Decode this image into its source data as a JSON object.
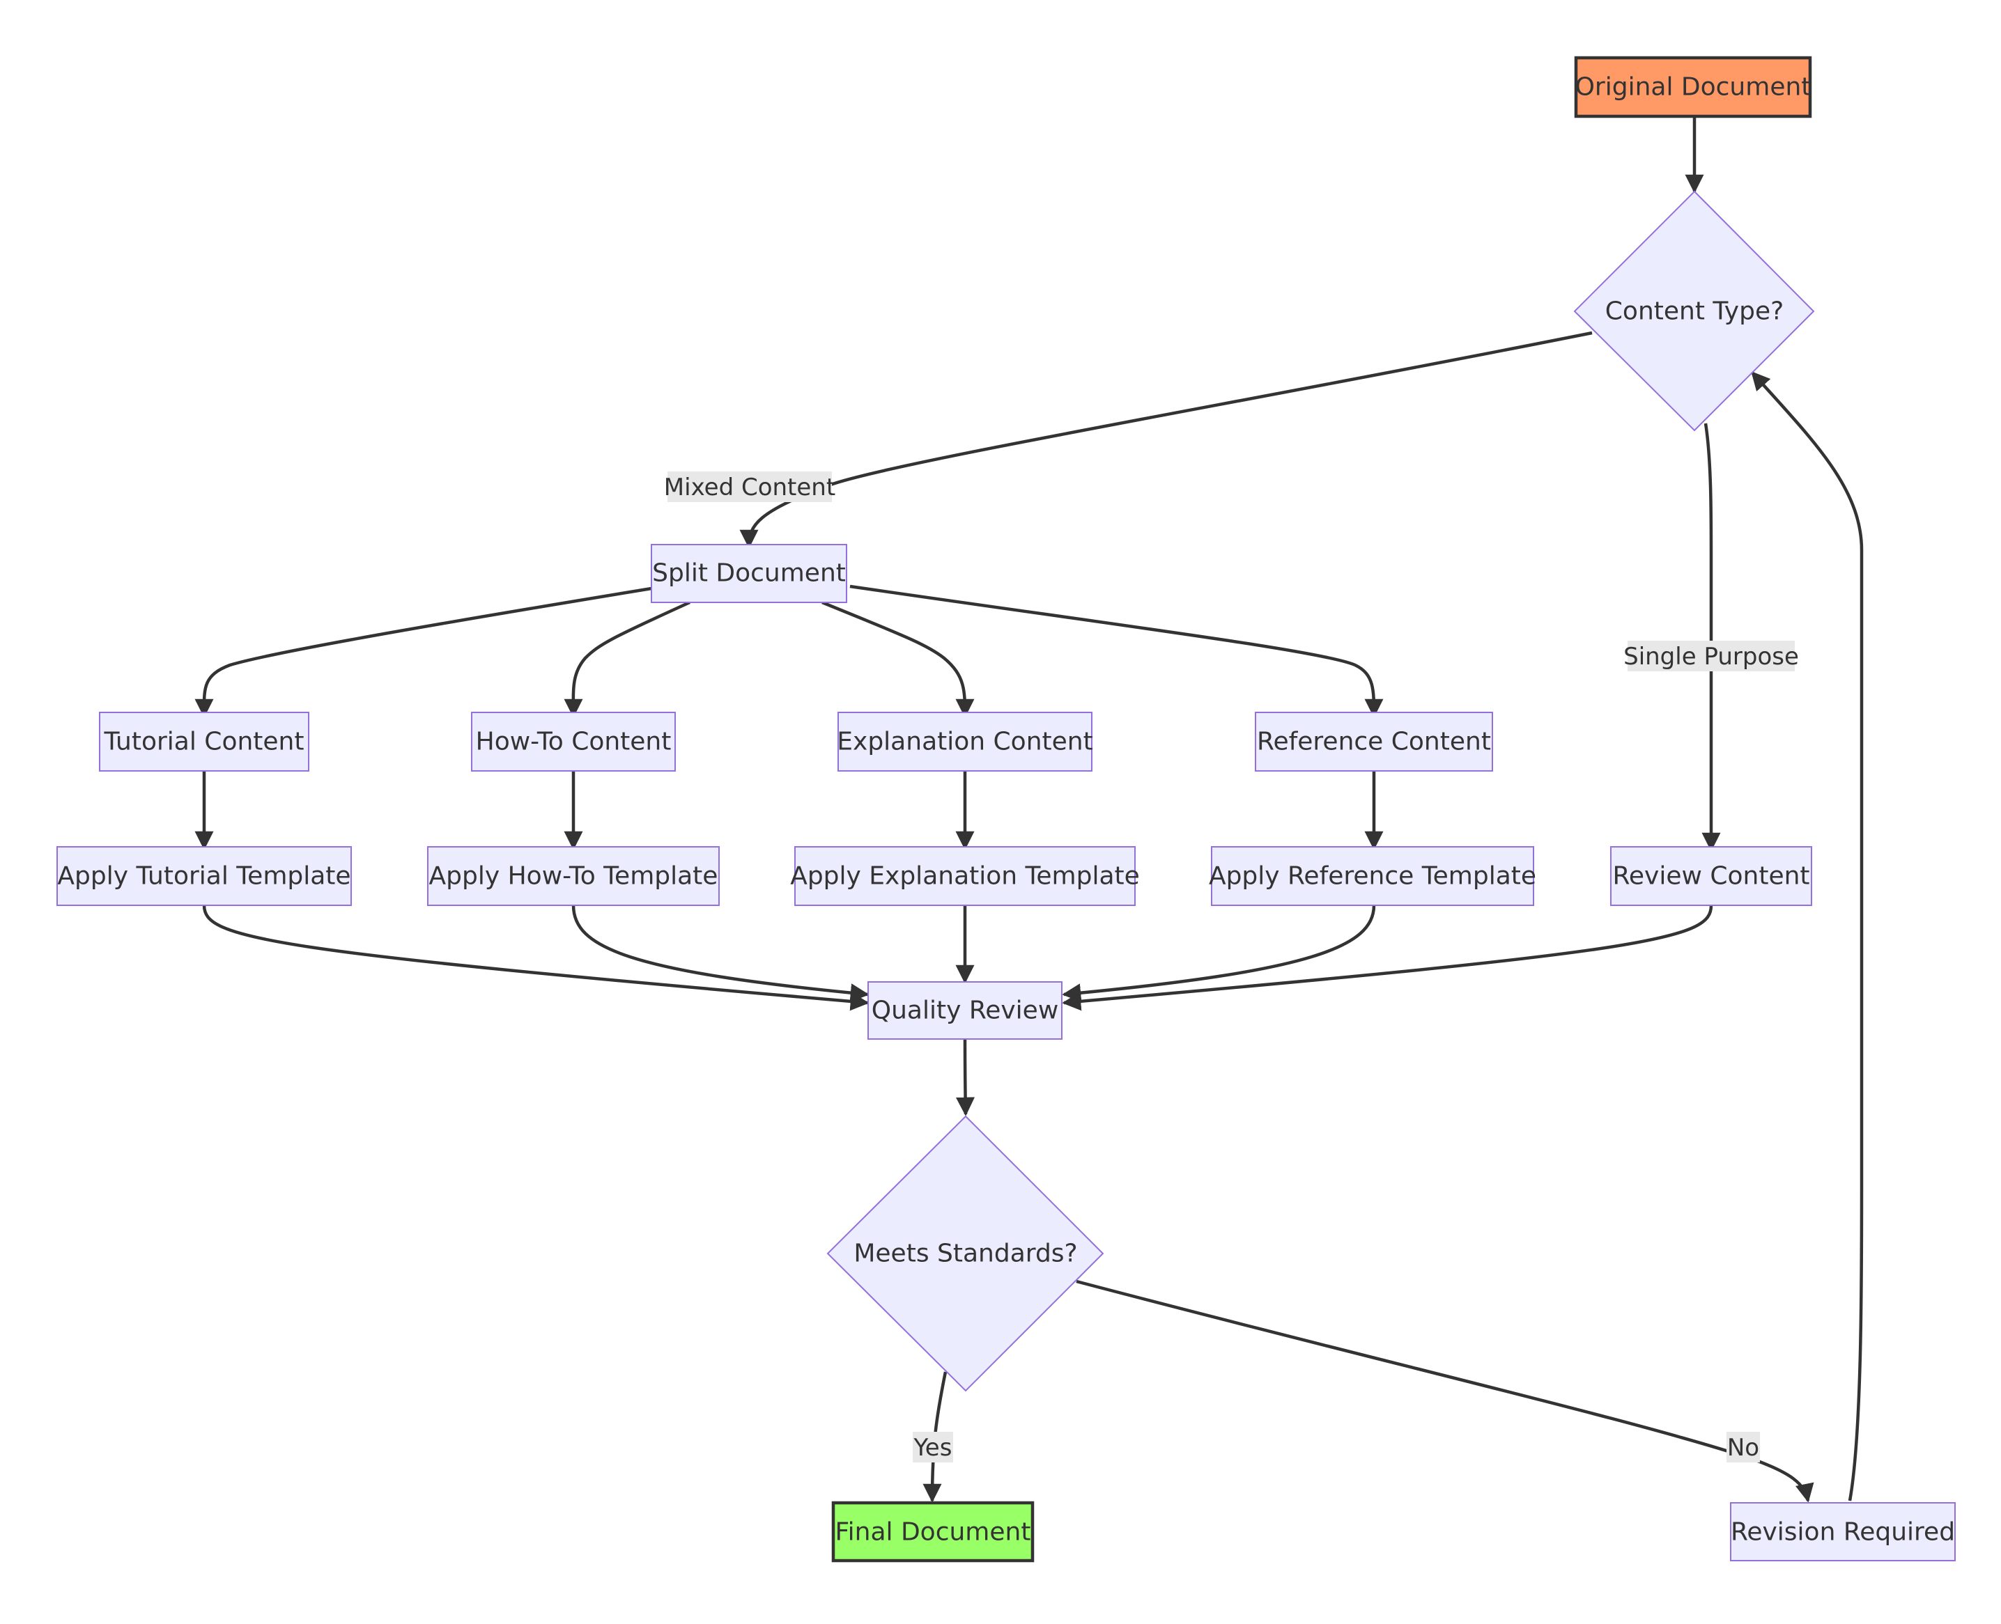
{
  "colors": {
    "default_fill": "#ECECFF",
    "default_stroke": "#9370DB",
    "start_fill": "#FF9966",
    "end_fill": "#99FF66",
    "terminal_stroke": "#333333",
    "edge": "#333333",
    "label_bg": "#E8E8E8"
  },
  "nodes": {
    "original": "Original Document",
    "content_type": "Content Type?",
    "split": "Split Document",
    "tutorial": "Tutorial Content",
    "howto": "How-To Content",
    "explanation": "Explanation Content",
    "reference": "Reference Content",
    "apply_tutorial": "Apply Tutorial Template",
    "apply_howto": "Apply How-To Template",
    "apply_explanation": "Apply Explanation Template",
    "apply_reference": "Apply Reference Template",
    "review_content": "Review Content",
    "quality_review": "Quality Review",
    "meets_standards": "Meets Standards?",
    "final": "Final Document",
    "revision": "Revision Required"
  },
  "edge_labels": {
    "mixed": "Mixed Content",
    "single": "Single Purpose",
    "yes": "Yes",
    "no": "No"
  }
}
